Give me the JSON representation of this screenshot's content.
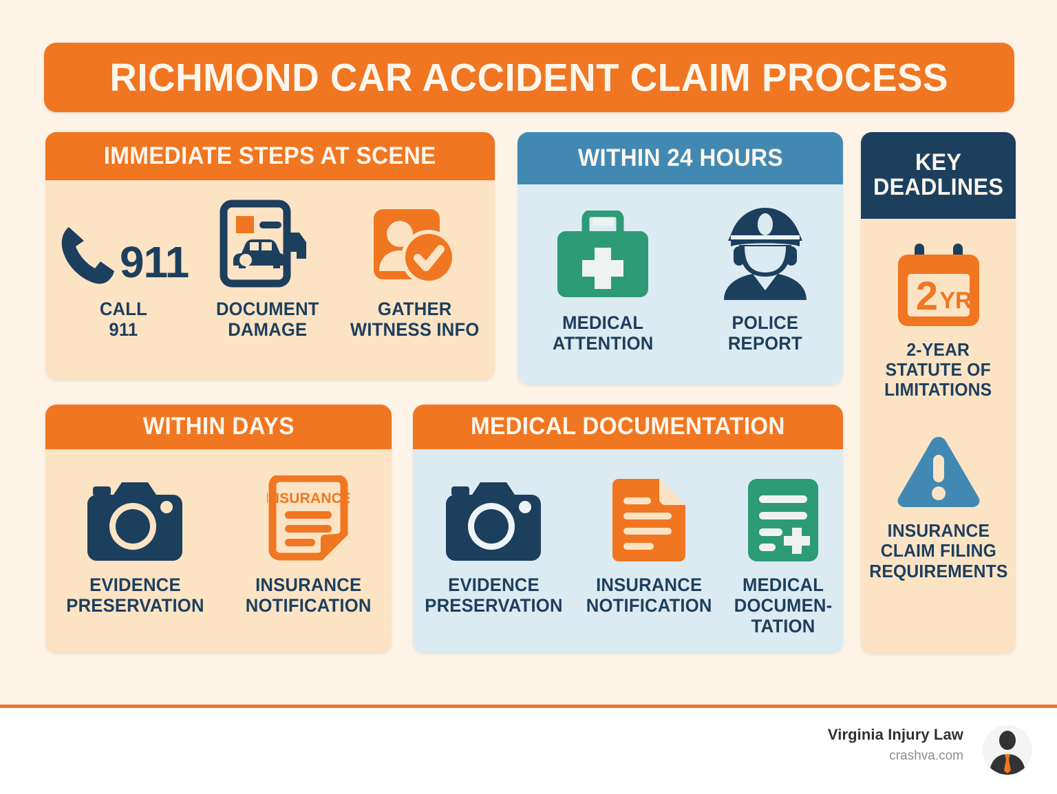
{
  "title": "RICHMOND CAR ACCIDENT CLAIM PROCESS",
  "colors": {
    "background": "#fdf3e7",
    "orange": "#f07621",
    "navy": "#1d3f5e",
    "blue": "#4189b3",
    "green": "#2e9b77",
    "cream_panel": "#fbe3c4",
    "blue_panel": "#dcebf2",
    "divider": "#e8762a"
  },
  "panels": [
    {
      "id": "immediate",
      "header": "IMMEDIATE STEPS AT SCENE",
      "items": [
        {
          "icon": "phone-911-icon",
          "caption": "CALL\n911",
          "badge": "911"
        },
        {
          "icon": "document-damage-icon",
          "caption": "DOCUMENT\nDAMAGE"
        },
        {
          "icon": "witness-check-icon",
          "caption": "GATHER\nWITNESS INFO"
        }
      ]
    },
    {
      "id": "within-24-hours",
      "header": "WITHIN 24 HOURS",
      "items": [
        {
          "icon": "first-aid-kit-icon",
          "caption": "MEDICAL\nATTENTION"
        },
        {
          "icon": "police-officer-icon",
          "caption": "POLICE\nREPORT"
        }
      ]
    },
    {
      "id": "within-days",
      "header": "WITHIN DAYS",
      "items": [
        {
          "icon": "camera-icon",
          "caption": "EVIDENCE\nPRESERVATION"
        },
        {
          "icon": "insurance-document-icon",
          "caption": "INSURANCE\nNOTIFICATION",
          "badge": "INSURANCE"
        }
      ]
    },
    {
      "id": "medical-documentation",
      "header": "MEDICAL DOCUMENTATION",
      "items": [
        {
          "icon": "camera-icon",
          "caption": "EVIDENCE\nPRESERVATION"
        },
        {
          "icon": "document-lines-icon",
          "caption": "INSURANCE\nNOTIFICATION"
        },
        {
          "icon": "medical-record-plus-icon",
          "caption": "MEDICAL\nDOCUMEN-\nTATION"
        }
      ]
    },
    {
      "id": "key-deadlines",
      "header": "KEY\nDEADLINES",
      "items": [
        {
          "icon": "calendar-2yr-icon",
          "caption": "2-YEAR\nSTATUTE OF\nLIMITATIONS",
          "badge": "2",
          "badge_unit": "YR"
        },
        {
          "icon": "warning-triangle-icon",
          "caption": "INSURANCE\nCLAIM FILING\nREQUIREMENTS"
        }
      ]
    }
  ],
  "footer": {
    "name": "Virginia Injury Law",
    "url": "crashva.com",
    "logo": "attorney-avatar-icon"
  }
}
